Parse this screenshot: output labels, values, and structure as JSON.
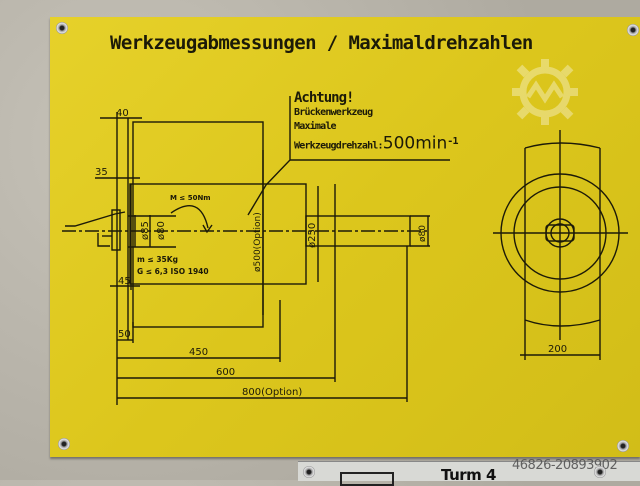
{
  "sign": {
    "title": "Werkzeugabmessungen / Maximaldrehzahlen",
    "background_color": "#ddc81e",
    "ink_color": "#1c1a08"
  },
  "warning": {
    "heading": "Achtung!",
    "line1": "Brückenwerkzeug",
    "line2": "Maximale",
    "line3_label": "Werkzeugdrehzahl:",
    "speed_value": "500min",
    "speed_exponent": "-1"
  },
  "side_view": {
    "dim_top": "40",
    "dim_left_upper": "35",
    "torque": "M ≤ 50Nm",
    "dia_85": "ø85",
    "dia_80_inner": "ø80",
    "dia_500": "ø500(Option)",
    "dia_250": "ø250",
    "dia_80_shaft": "ø80",
    "mass": "m ≤ 35Kg",
    "balance": "G ≤ 6,3 ISO 1940",
    "dim_45": "45",
    "dim_50": "50",
    "dim_450": "450",
    "dim_600": "600",
    "dim_800": "800(Option)"
  },
  "front_view": {
    "dim_width": "200"
  },
  "label_plate": {
    "text": "Turm 4"
  },
  "watermark": {
    "text": "46826-20893902"
  }
}
